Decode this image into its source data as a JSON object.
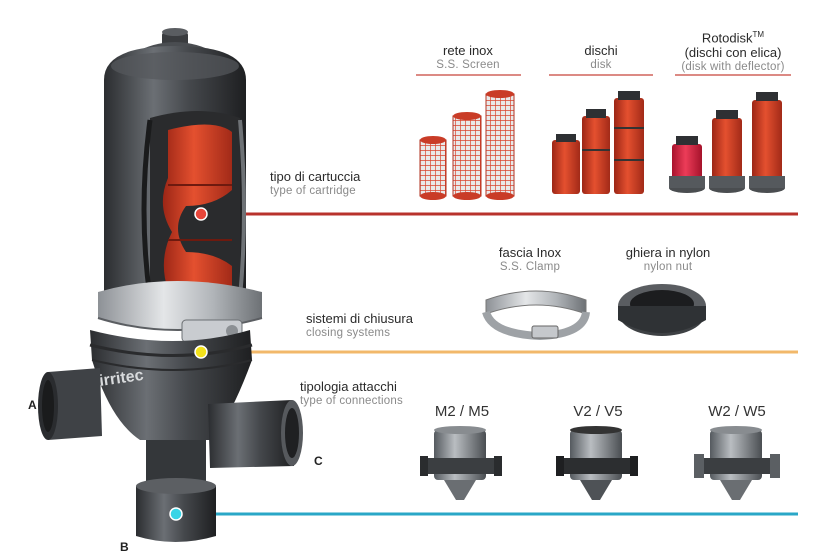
{
  "brand": "irritec",
  "ports": {
    "a": "A",
    "b": "B",
    "c": "C"
  },
  "colors": {
    "cartridge_line": "#b8322c",
    "closing_line": "#f2b86a",
    "connection_line": "#2aa7c7"
  },
  "sections": {
    "cartridge": {
      "it": "tipo di cartuccia",
      "en": "type of cartridge"
    },
    "closing": {
      "it": "sistemi di chiusura",
      "en": "closing systems"
    },
    "connections": {
      "it": "tipologia attacchi",
      "en": "type of connections"
    }
  },
  "cartridges": [
    {
      "it": "rete inox",
      "en": "S.S. Screen"
    },
    {
      "it": "dischi",
      "en": "disk"
    },
    {
      "it": "Rotodisk",
      "tm": "TM",
      "it2": "(dischi con elica)",
      "en": "(disk with deflector)"
    }
  ],
  "closures": [
    {
      "it": "fascia Inox",
      "en": "S.S. Clamp"
    },
    {
      "it": "ghiera in nylon",
      "en": "nylon nut"
    }
  ],
  "connections": [
    "M2 / M5",
    "V2 / V5",
    "W2 / W5"
  ]
}
